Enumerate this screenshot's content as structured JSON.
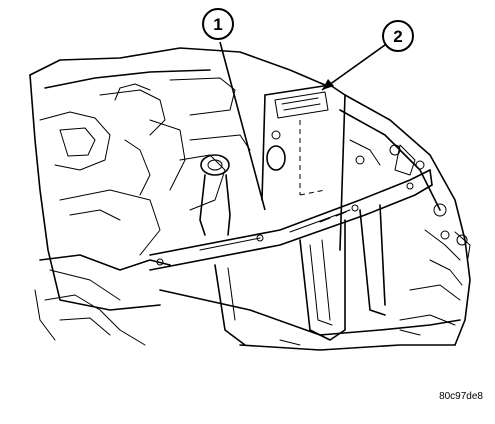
{
  "callouts": [
    {
      "label": "1"
    },
    {
      "label": "2"
    }
  ],
  "figure_id": "80c97de8",
  "colors": {
    "line": "#000000",
    "background": "#ffffff"
  }
}
